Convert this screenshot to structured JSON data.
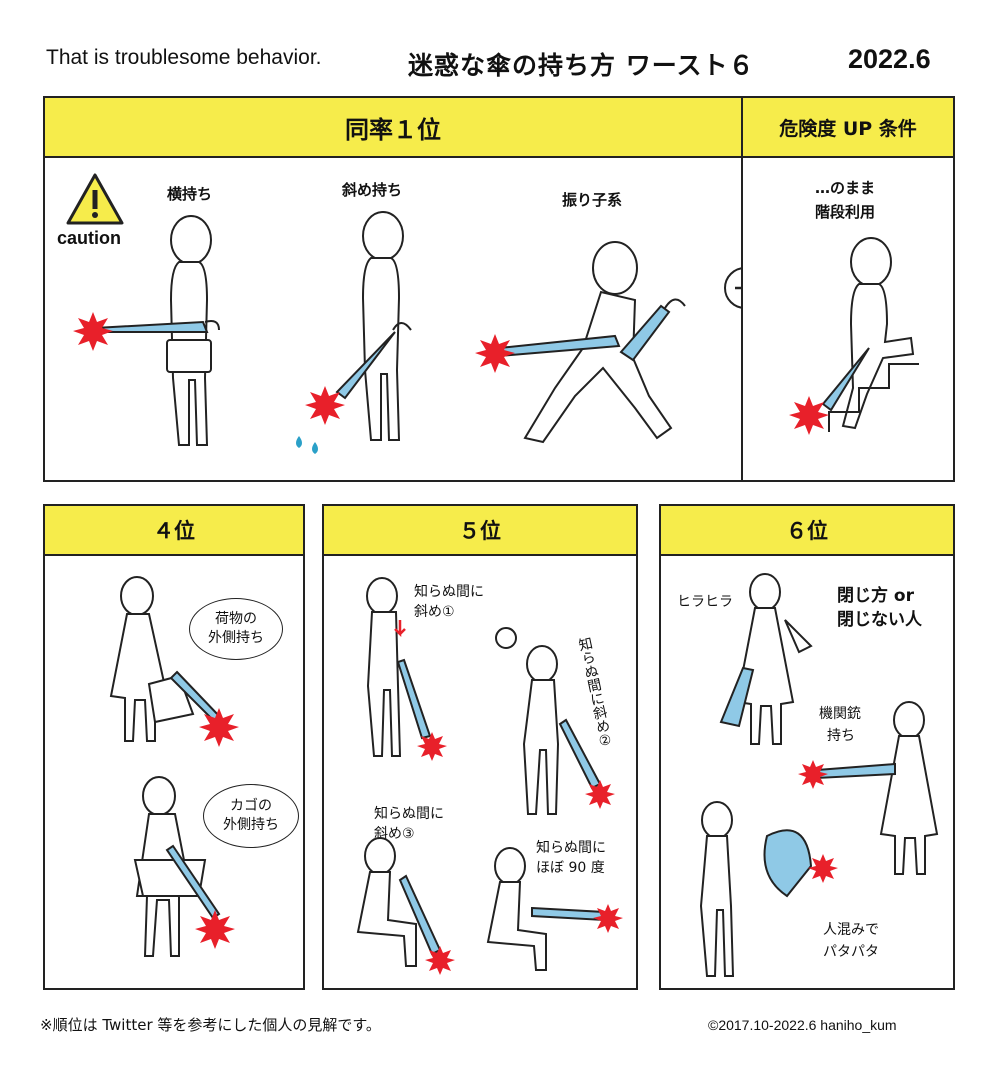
{
  "header": {
    "subtitle_en": "That is troublesome behavior.",
    "title_jp": "迷惑な傘の持ち方 ワースト６",
    "date": "2022.6"
  },
  "colors": {
    "band_yellow": "#f6ec4b",
    "burst_red": "#e8202a",
    "umbrella_blue": "#8fc9e6",
    "drop_blue": "#2aa0c8"
  },
  "top_panel": {
    "heading": "同率１位",
    "caution_label": "caution",
    "items": [
      {
        "label": "横持ち"
      },
      {
        "label": "斜め持ち"
      },
      {
        "label": "振り子系"
      }
    ],
    "plus_icon": "plus-icon"
  },
  "danger_panel": {
    "heading": "危険度 UP 条件",
    "label_line1": "…のまま",
    "label_line2": "階段利用"
  },
  "panel4": {
    "heading": "４位",
    "bubble1_line1": "荷物の",
    "bubble1_line2": "外側持ち",
    "bubble2_line1": "カゴの",
    "bubble2_line2": "外側持ち"
  },
  "panel5": {
    "heading": "５位",
    "label1_line1": "知らぬ間に",
    "label1_line2": "斜め①",
    "label2_vertical": "知らぬ間に斜め②",
    "label3_line1": "知らぬ間に",
    "label3_line2": "斜め③",
    "label4_line1": "知らぬ間に",
    "label4_line2": "ほぼ 90 度"
  },
  "panel6": {
    "heading": "６位",
    "label_hirahira": "ヒラヒラ",
    "label_main_line1": "閉じ方 or",
    "label_main_line2": "閉じない人",
    "label_gun_line1": "機関銃",
    "label_gun_line2": "持ち",
    "label_crowd_line1": "人混みで",
    "label_crowd_line2": "パタパタ"
  },
  "footer": {
    "note": "※順位は Twitter 等を参考にした個人の見解です。",
    "copyright": "©2017.10-2022.6 haniho_kum"
  }
}
